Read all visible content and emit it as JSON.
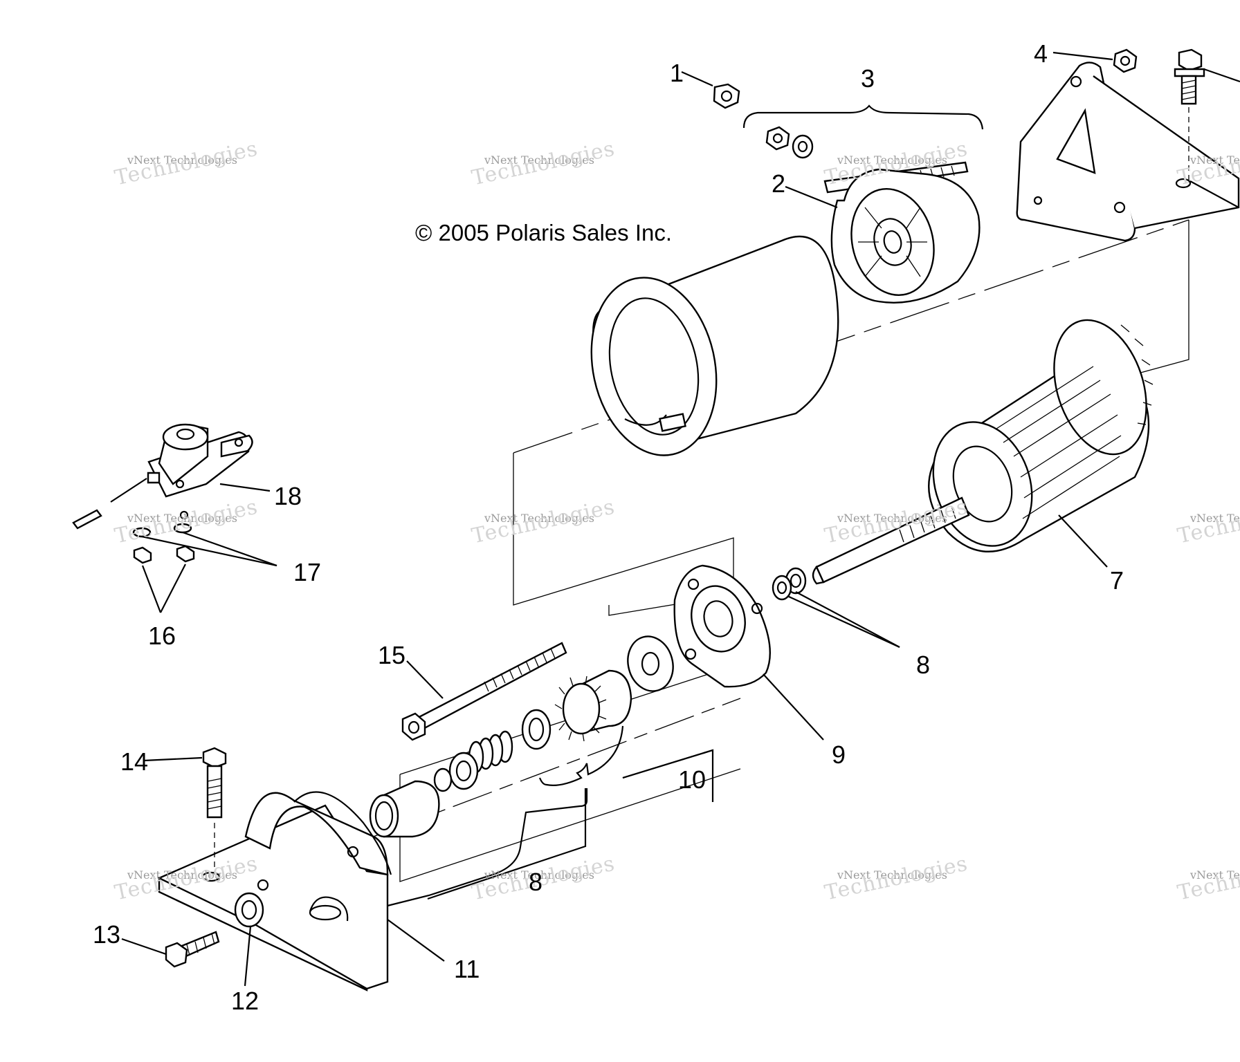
{
  "copyright": "© 2005 Polaris Sales Inc.",
  "watermark": {
    "line1": "vNext Technologies",
    "line2": "Technologies"
  },
  "callouts": [
    {
      "id": "c1",
      "text": "1"
    },
    {
      "id": "c2",
      "text": "2"
    },
    {
      "id": "c3",
      "text": "3"
    },
    {
      "id": "c4",
      "text": "4"
    },
    {
      "id": "c7",
      "text": "7"
    },
    {
      "id": "c8a",
      "text": "8"
    },
    {
      "id": "c8b",
      "text": "8"
    },
    {
      "id": "c9",
      "text": "9"
    },
    {
      "id": "c10",
      "text": "10"
    },
    {
      "id": "c11",
      "text": "11"
    },
    {
      "id": "c12",
      "text": "12"
    },
    {
      "id": "c13",
      "text": "13"
    },
    {
      "id": "c14",
      "text": "14"
    },
    {
      "id": "c15",
      "text": "15"
    },
    {
      "id": "c16",
      "text": "16"
    },
    {
      "id": "c17",
      "text": "17"
    },
    {
      "id": "c18",
      "text": "18"
    }
  ]
}
